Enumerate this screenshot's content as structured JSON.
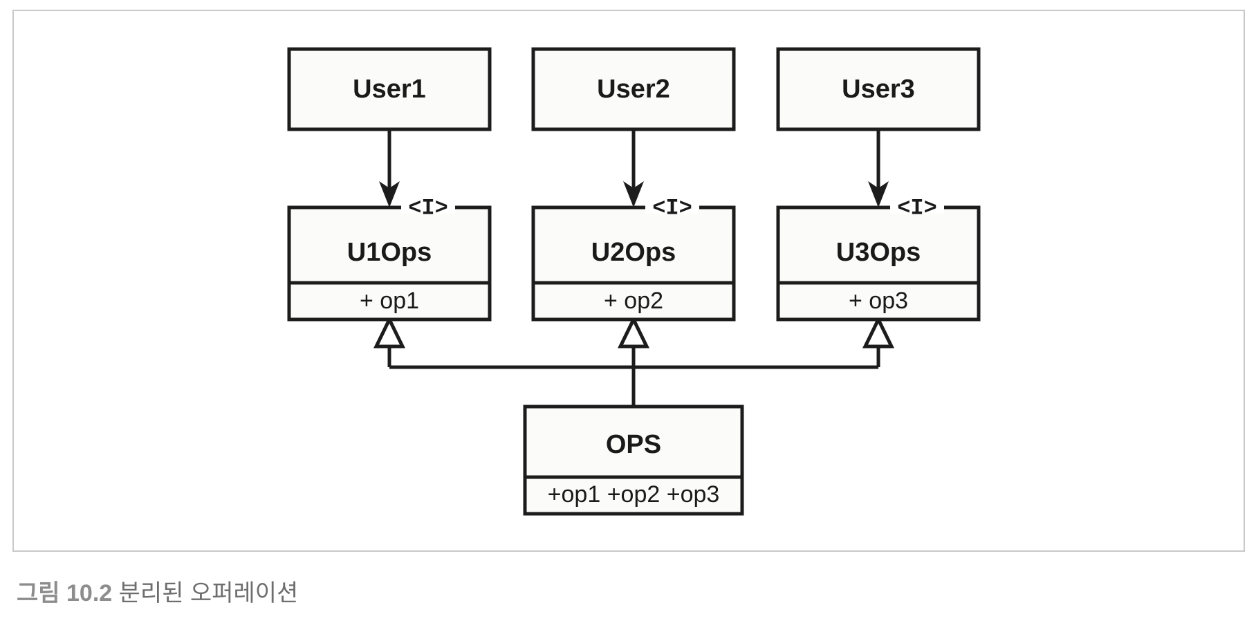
{
  "figure": {
    "caption_label": "그림 10.2",
    "caption_text": "분리된 오퍼레이션",
    "frame_color": "#c9c9c9",
    "line_color": "#1c1c1c",
    "box_fill": "#fbfbf9"
  },
  "diagram": {
    "type": "uml-class-diagram",
    "actors": [
      {
        "id": "user1",
        "label": "User1"
      },
      {
        "id": "user2",
        "label": "User2"
      },
      {
        "id": "user3",
        "label": "User3"
      }
    ],
    "interfaces": [
      {
        "id": "u1ops",
        "stereotype": "<I>",
        "label": "U1Ops",
        "operation": "+ op1"
      },
      {
        "id": "u2ops",
        "stereotype": "<I>",
        "label": "U2Ops",
        "operation": "+ op2"
      },
      {
        "id": "u3ops",
        "stereotype": "<I>",
        "label": "U3Ops",
        "operation": "+ op3"
      }
    ],
    "implementation": {
      "id": "ops",
      "label": "OPS",
      "operations": "+op1 +op2 +op3"
    },
    "relationships": [
      {
        "from": "user1",
        "to": "u1ops",
        "kind": "dependency"
      },
      {
        "from": "user2",
        "to": "u2ops",
        "kind": "dependency"
      },
      {
        "from": "user3",
        "to": "u3ops",
        "kind": "dependency"
      },
      {
        "from": "ops",
        "to": "u1ops",
        "kind": "realization"
      },
      {
        "from": "ops",
        "to": "u2ops",
        "kind": "realization"
      },
      {
        "from": "ops",
        "to": "u3ops",
        "kind": "realization"
      }
    ]
  }
}
